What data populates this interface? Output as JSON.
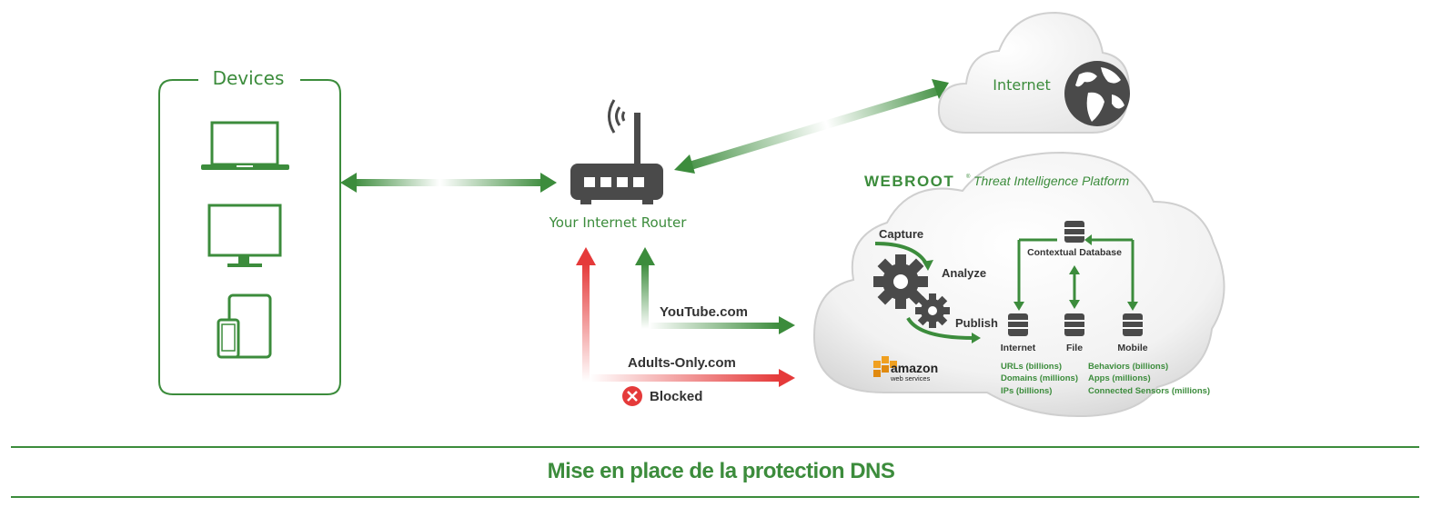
{
  "devices": {
    "title": "Devices"
  },
  "router": {
    "label": "Your Internet Router"
  },
  "internet": {
    "label": "Internet"
  },
  "platform": {
    "brand": "WEBROOT",
    "trademark": "®",
    "subtitle": "Threat Intelligence Platform"
  },
  "process": {
    "capture": "Capture",
    "analyze": "Analyze",
    "publish": "Publish"
  },
  "databases": {
    "contextual": "Contextual Database",
    "internet": "Internet",
    "file": "File",
    "mobile": "Mobile",
    "internet_details": [
      "URLs (billions)",
      "Domains (millions)",
      "IPs (billions)"
    ],
    "mobile_details": [
      "Behaviors (billions)",
      "Apps (millions)",
      "Connected Sensors (millions)"
    ]
  },
  "aws": {
    "name": "amazon",
    "sub": "web services"
  },
  "traffic": {
    "allowed": "YouTube.com",
    "blocked": "Adults-Only.com",
    "blocked_status": "Blocked"
  },
  "footer": {
    "title": "Mise en place de la protection DNS"
  },
  "colors": {
    "accent": "#3c8c3c",
    "blocked": "#e53a3a",
    "cloud": "#d9d9d9"
  }
}
